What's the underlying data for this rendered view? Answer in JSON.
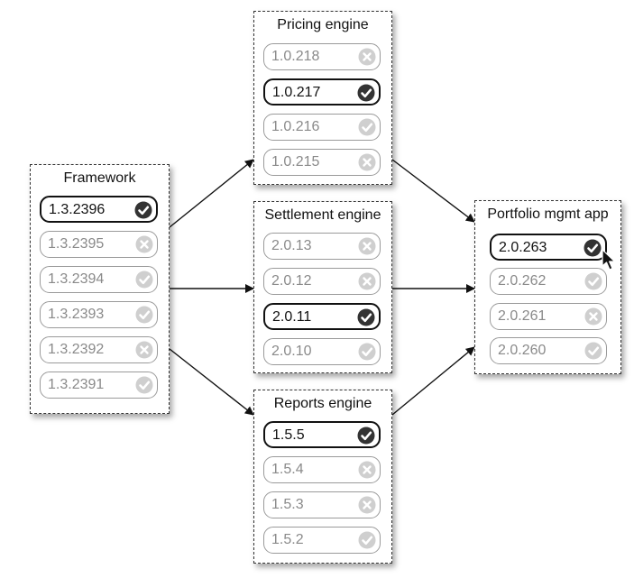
{
  "colors": {
    "active_border": "#111111",
    "inactive_border": "#9a9a9a",
    "active_text": "#111111",
    "inactive_text": "#8a8a8a",
    "active_icon": "#333333",
    "inactive_icon": "#cfcfcf"
  },
  "boxes": [
    {
      "title": "Framework",
      "versions": [
        {
          "label": "1.3.2396",
          "status": "ok",
          "active": true
        },
        {
          "label": "1.3.2395",
          "status": "fail",
          "active": false
        },
        {
          "label": "1.3.2394",
          "status": "ok",
          "active": false
        },
        {
          "label": "1.3.2393",
          "status": "ok",
          "active": false
        },
        {
          "label": "1.3.2392",
          "status": "fail",
          "active": false
        },
        {
          "label": "1.3.2391",
          "status": "ok",
          "active": false
        }
      ]
    },
    {
      "title": "Pricing engine",
      "versions": [
        {
          "label": "1.0.218",
          "status": "fail",
          "active": false
        },
        {
          "label": "1.0.217",
          "status": "ok",
          "active": true
        },
        {
          "label": "1.0.216",
          "status": "ok",
          "active": false
        },
        {
          "label": "1.0.215",
          "status": "fail",
          "active": false
        }
      ]
    },
    {
      "title": "Settlement engine",
      "versions": [
        {
          "label": "2.0.13",
          "status": "fail",
          "active": false
        },
        {
          "label": "2.0.12",
          "status": "fail",
          "active": false
        },
        {
          "label": "2.0.11",
          "status": "ok",
          "active": true
        },
        {
          "label": "2.0.10",
          "status": "ok",
          "active": false
        }
      ]
    },
    {
      "title": "Reports engine",
      "versions": [
        {
          "label": "1.5.5",
          "status": "ok",
          "active": true
        },
        {
          "label": "1.5.4",
          "status": "fail",
          "active": false
        },
        {
          "label": "1.5.3",
          "status": "fail",
          "active": false
        },
        {
          "label": "1.5.2",
          "status": "ok",
          "active": false
        }
      ]
    },
    {
      "title": "Portfolio mgmt app",
      "versions": [
        {
          "label": "2.0.263",
          "status": "ok",
          "active": true
        },
        {
          "label": "2.0.262",
          "status": "ok",
          "active": false
        },
        {
          "label": "2.0.261",
          "status": "fail",
          "active": false
        },
        {
          "label": "2.0.260",
          "status": "ok",
          "active": false
        }
      ]
    }
  ],
  "edges": [
    {
      "from": "Framework",
      "to": "Pricing engine"
    },
    {
      "from": "Framework",
      "to": "Settlement engine"
    },
    {
      "from": "Framework",
      "to": "Reports engine"
    },
    {
      "from": "Pricing engine",
      "to": "Portfolio mgmt app"
    },
    {
      "from": "Settlement engine",
      "to": "Portfolio mgmt app"
    },
    {
      "from": "Reports engine",
      "to": "Portfolio mgmt app"
    }
  ]
}
